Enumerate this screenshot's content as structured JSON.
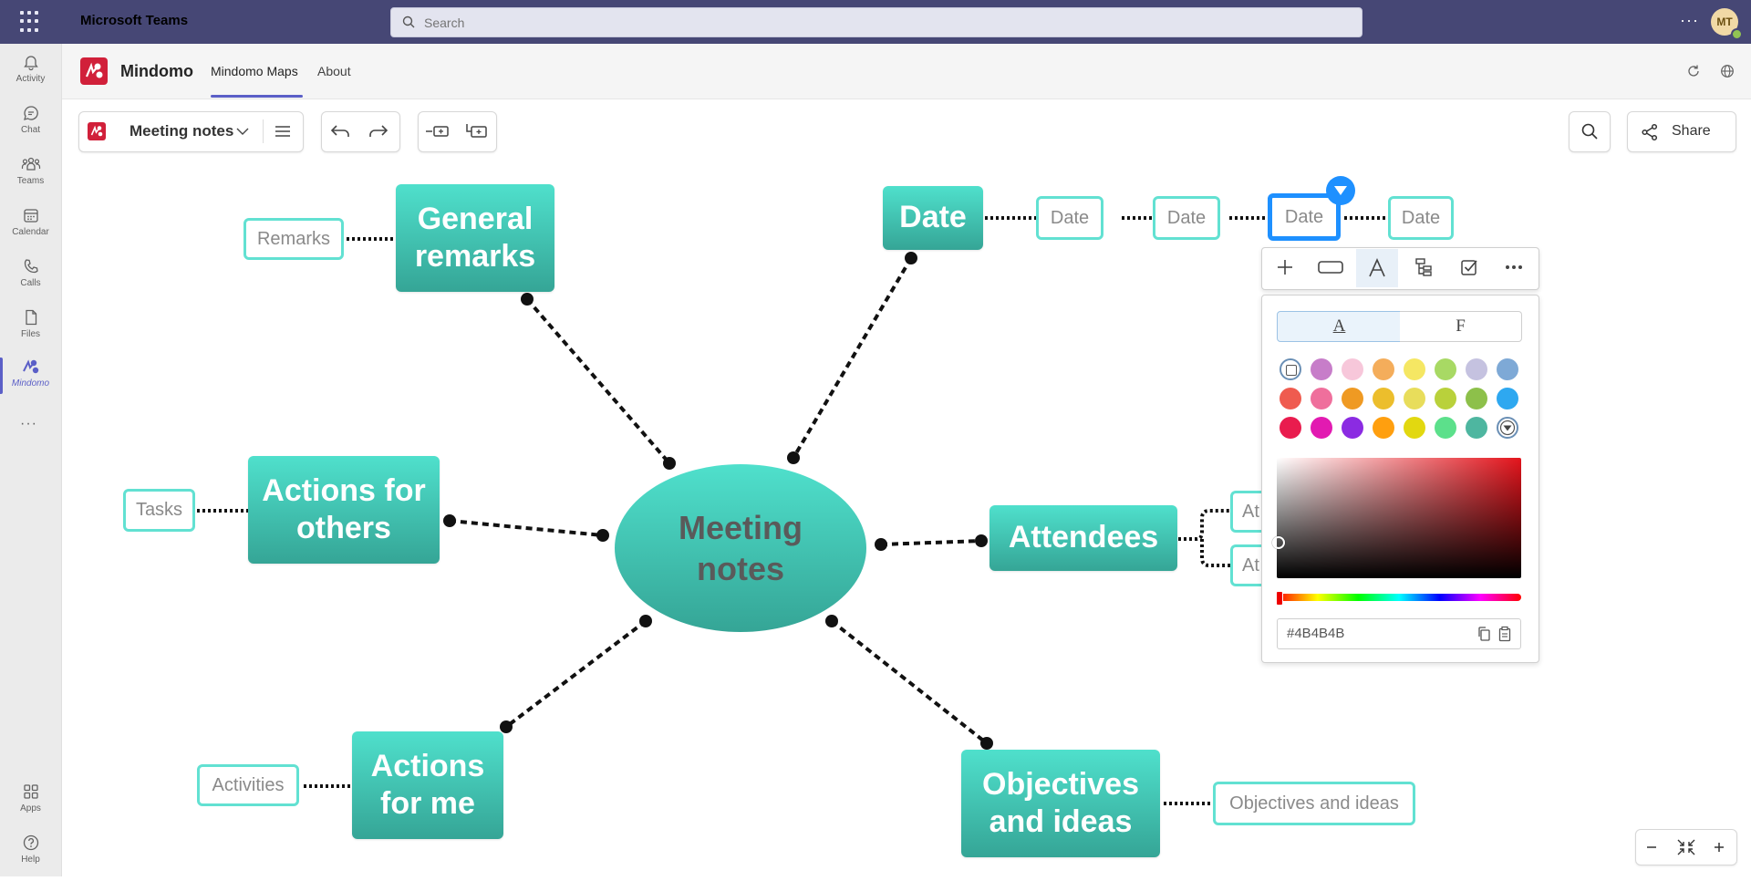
{
  "teams": {
    "title": "Microsoft Teams",
    "search_placeholder": "Search",
    "more_label": "···",
    "avatar_initials": "MT"
  },
  "rail": {
    "items": [
      {
        "label": "Activity"
      },
      {
        "label": "Chat"
      },
      {
        "label": "Teams"
      },
      {
        "label": "Calendar"
      },
      {
        "label": "Calls"
      },
      {
        "label": "Files"
      },
      {
        "label": "Mindomo"
      }
    ],
    "more_label": "···",
    "bottom": [
      {
        "label": "Apps"
      },
      {
        "label": "Help"
      }
    ]
  },
  "app": {
    "name": "Mindomo",
    "tabs": [
      "Mindomo Maps",
      "About"
    ]
  },
  "toolbar": {
    "map_title": "Meeting notes",
    "share_label": "Share"
  },
  "map": {
    "central": "Meeting notes",
    "branches": {
      "general_remarks": "General remarks",
      "date": "Date",
      "actions_others": "Actions for others",
      "attendees": "Attendees",
      "actions_me": "Actions for me",
      "objectives": "Objectives and ideas"
    },
    "subtopics": {
      "remarks": "Remarks",
      "tasks": "Tasks",
      "activities": "Activities",
      "objectives_ideas": "Objectives and ideas",
      "date1": "Date",
      "date2": "Date",
      "date3": "Date",
      "date4": "Date",
      "att1": "At",
      "att2": "At"
    }
  },
  "format_panel": {
    "tab_text": "A",
    "tab_fill": "F",
    "hex_value": "#4B4B4B",
    "swatch_colors": [
      "#ffffff",
      "#c77dc9",
      "#f7c7da",
      "#f4ad5b",
      "#f5e763",
      "#a8d964",
      "#c5c2e0",
      "#7ea9d6",
      "#ef5b4f",
      "#ef6f9c",
      "#ef9a23",
      "#ecbe2c",
      "#e8dd5b",
      "#b9d13b",
      "#8dc04a",
      "#2ea8f0",
      "#e91c4e",
      "#e21ab1",
      "#8b2be2",
      "#ff9f0f",
      "#e2d810",
      "#5ce08b",
      "#4eb6a0",
      "#ffffff"
    ]
  },
  "colors": {
    "teams_purple": "#464775",
    "node_top": "#4fe0cc",
    "node_bottom": "#35a596",
    "selection_blue": "#1e90ff"
  }
}
